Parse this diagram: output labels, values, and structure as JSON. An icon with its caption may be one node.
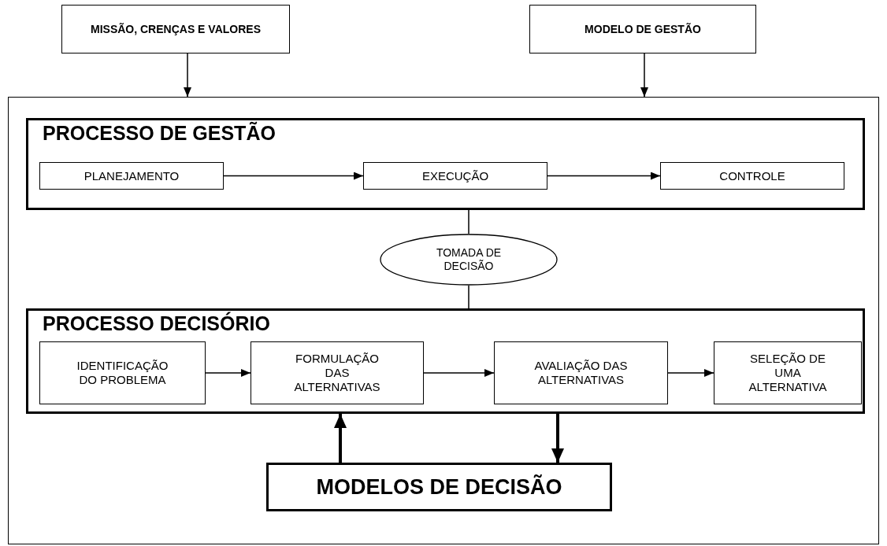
{
  "diagram": {
    "nodes": [
      {
        "text": [
          "MISSÃO, CRENÇAS E VALORES"
        ]
      },
      {
        "text": [
          "MODELO DE GESTÃO"
        ]
      },
      {
        "text": [],
        "shape": "box"
      },
      {
        "text": [
          "PROCESSO DE GESTÃO"
        ],
        "in": 2
      },
      {
        "text": [
          "PLANEJAMENTO"
        ],
        "in": 3
      },
      {
        "text": [
          "EXECUÇÃO"
        ],
        "in": 3
      },
      {
        "text": [
          "CONTROLE"
        ],
        "in": 3
      },
      {
        "text": [
          "TOMADA DE DECISÃO"
        ],
        "in": 2
      },
      {
        "text": [
          "PROCESSO DECISÓRIO"
        ],
        "in": 2
      },
      {
        "text": [
          "IDENTIFICAÇÃO DO PROBLEMA"
        ],
        "in": 8
      },
      {
        "text": [
          "FORMULAÇÃO DAS ALTERNATIVAS"
        ],
        "in": 8
      },
      {
        "text": [
          "AVALIAÇÃO DAS ALTERNATIVAS"
        ],
        "in": 8
      },
      {
        "text": [
          "SELEÇÃO DE UMA ALTERNATIVA"
        ],
        "in": 8
      },
      {
        "text": [
          "MODELOS DE DECISÃO"
        ],
        "in": 2
      }
    ],
    "edges": [
      {
        "from": 0,
        "to": 2,
        "arrow": "to"
      },
      {
        "from": 1,
        "to": 2,
        "arrow": "to"
      },
      {
        "from": 4,
        "to": 5,
        "arrow": "to"
      },
      {
        "from": 5,
        "to": 6,
        "arrow": "to"
      },
      {
        "from": 3,
        "to": 7,
        "arrow": "none"
      },
      {
        "from": 7,
        "to": 8,
        "arrow": "none"
      },
      {
        "from": 9,
        "to": 10,
        "arrow": "to"
      },
      {
        "from": 10,
        "to": 11,
        "arrow": "to"
      },
      {
        "from": 11,
        "to": 12,
        "arrow": "to"
      },
      {
        "from": 13,
        "to": 8,
        "arrow": "to",
        "style": "thick"
      },
      {
        "from": 8,
        "to": 13,
        "arrow": "to",
        "style": "thick"
      }
    ]
  }
}
